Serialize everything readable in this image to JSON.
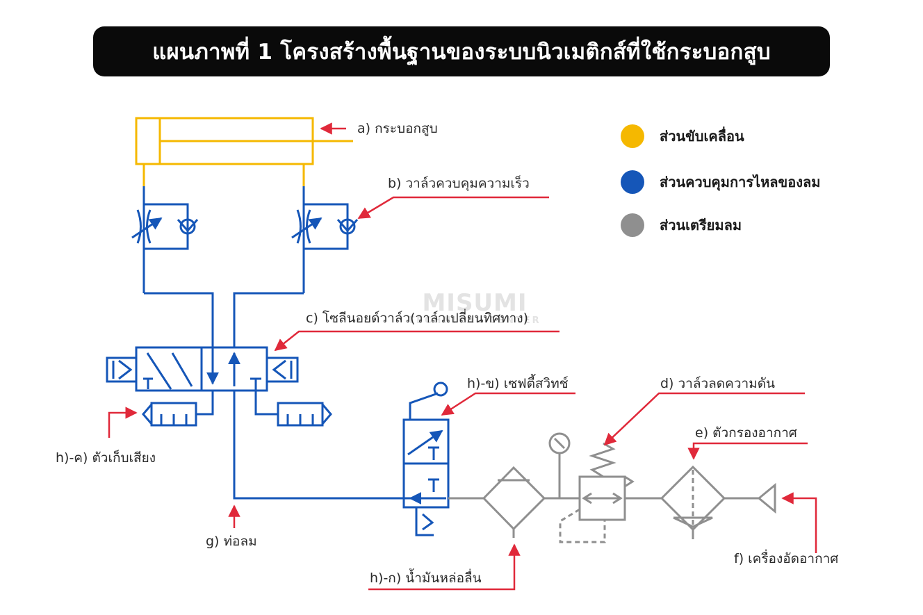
{
  "title": "แผนภาพที่ 1 โครงสร้างพื้นฐานของระบบนิวเมติกส์ที่ใช้กระบอกสูบ",
  "watermark": {
    "main": "MISUMI",
    "sub": "TECHNICAL CENTER"
  },
  "legend": [
    {
      "label": "ส่วนขับเคลื่อน",
      "color": "#f5b800"
    },
    {
      "label": "ส่วนควบคุมการไหลของลม",
      "color": "#1556b8"
    },
    {
      "label": "ส่วนเตรียมลม",
      "color": "#8f8f8f"
    }
  ],
  "labels": {
    "cylinder": "a) กระบอกสูบ",
    "speed_valve": "b) วาล์วควบคุมความเร็ว",
    "solenoid_valve": "c) โซลีนอยด์วาล์ว(วาล์วเปลี่ยนทิศทาง)",
    "regulator": "d) วาล์วลดความดัน",
    "filter": "e) ตัวกรองอากาศ",
    "compressor": "f) เครื่องอัดอากาศ",
    "air_pipe": "g) ท่อลม",
    "lubricator": "h)-ก) น้ำมันหล่อลื่น",
    "safety_switch": "h)-ข) เซฟตี้สวิทช์",
    "silencer": "h)-ค) ตัวเก็บเสียง"
  },
  "colors": {
    "actuator": "#f5b800",
    "flow_control": "#1556b8",
    "air_prep": "#8f8f8f",
    "pointer": "#e0293a"
  }
}
